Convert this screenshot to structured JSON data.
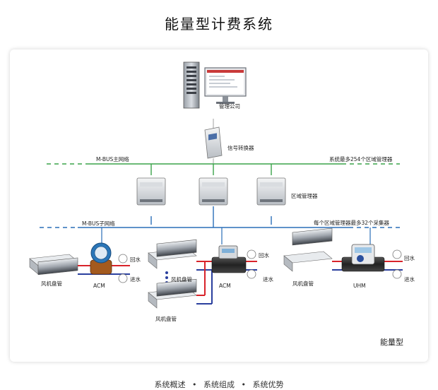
{
  "title": "能量型计费系统",
  "nodes": {
    "company": "管理公司",
    "converter": "信号转换器",
    "main_bus": "M-BUS主网络",
    "main_bus_note": "系统最多254个区域管理器",
    "zone_manager": "区域管理器",
    "sub_bus": "M-BUS子网络",
    "sub_bus_note": "每个区域管理器最多32个采集器",
    "fan_coil_1": "风机盘管",
    "fan_coil_2": "风机盘管",
    "fan_coil_3": "风机盘管",
    "fan_coil_4": "风机盘管",
    "meter_1": "ACM",
    "meter_2": "ACM",
    "meter_3": "UHM",
    "return_1": "回水",
    "supply_1": "进水",
    "return_2": "回水",
    "supply_2": "进水",
    "return_3": "回水",
    "supply_3": "进水"
  },
  "brand": "能量型",
  "footer": {
    "item_1": "系统概述",
    "item_2": "系统组成",
    "item_3": "系统优势",
    "separator": "•"
  },
  "colors": {
    "main_bus": "#3aa34a",
    "sub_bus": "#2a6fb8",
    "return_pipe": "#d8232a",
    "supply_pipe": "#2a3f9e"
  }
}
